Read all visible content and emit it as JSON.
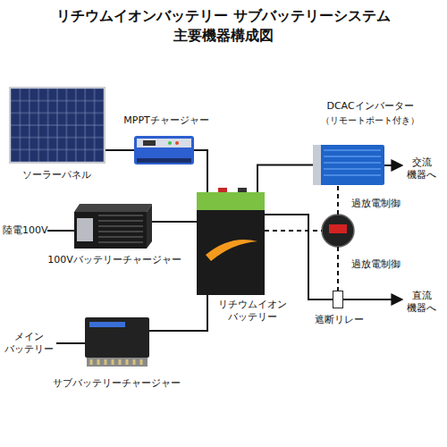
{
  "diagram": {
    "title": "リチウムイオンバッテリー サブバッテリーシステム 主要機器構成図",
    "nodes": [
      {
        "text": [
          "ソーラーパネル"
        ]
      },
      {
        "text": [
          "MPPTチャージャー"
        ]
      },
      {
        "text": [
          "DCACインバーター",
          "（リモートポート付き）"
        ]
      },
      {
        "text": [
          "100Vバッテリーチャージャー"
        ]
      },
      {
        "text": [
          "リチウムイオン バッテリー"
        ]
      },
      {
        "text": [
          "遮断リレー"
        ]
      },
      {
        "text": [
          "サブバッテリーチャージャー"
        ]
      }
    ],
    "edges": [
      {
        "from": 0,
        "to": 1,
        "arrow": "none"
      },
      {
        "from": 1,
        "to": 4,
        "arrow": "none"
      },
      {
        "from": 3,
        "to": 4,
        "arrow": "none"
      },
      {
        "from": 6,
        "to": 4,
        "arrow": "none"
      },
      {
        "from": 4,
        "to": 2,
        "arrow": "none"
      },
      {
        "from": 4,
        "to": 5,
        "arrow": "none"
      }
    ],
    "labels": [
      "交流 機器へ",
      "過放電制御",
      "陸電100V",
      "過放電制御",
      "直流 機器へ",
      "メイン バッテリー"
    ]
  }
}
